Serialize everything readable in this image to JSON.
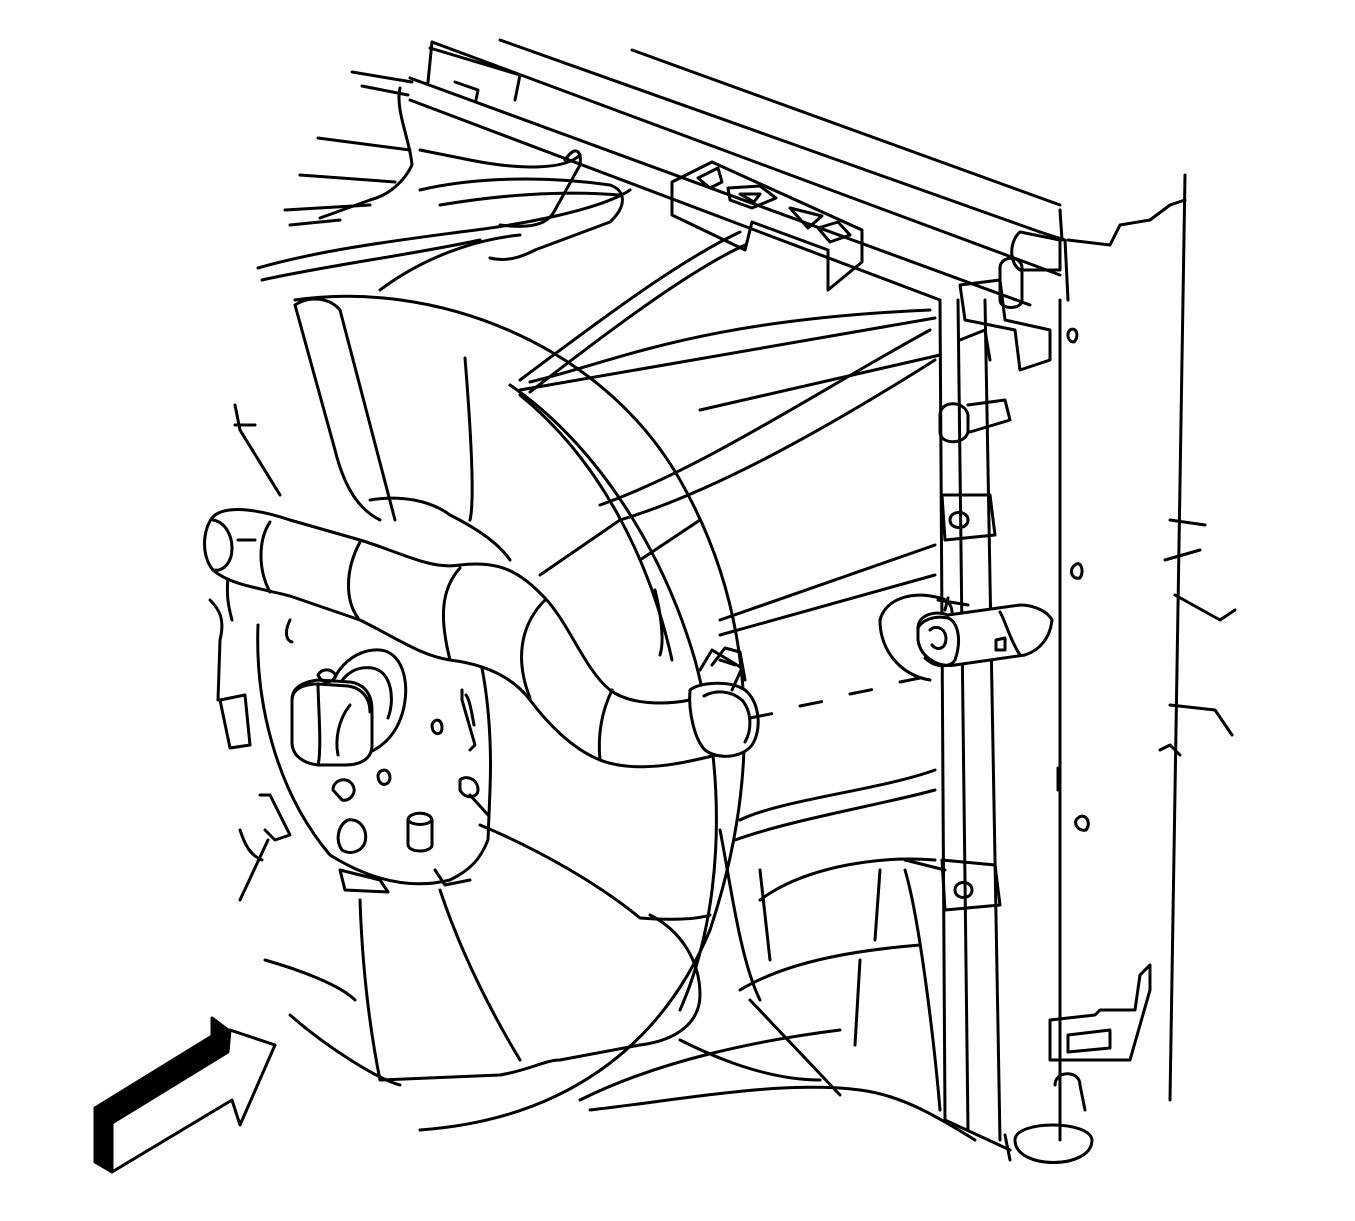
{
  "figure": {
    "components": [
      "radiator-core",
      "radiator-upper-tank",
      "cooling-fan-shroud",
      "cooling-fan-blades",
      "cooling-fan-motor",
      "radiator-inlet-hose",
      "hose-clamp",
      "radiator-hose-inlet-port",
      "side-mounting-bracket",
      "view-direction-arrow"
    ],
    "colors": {
      "line": "#000000",
      "background": "#ffffff"
    },
    "view_arrow_icon": "view-direction-arrow-icon"
  }
}
